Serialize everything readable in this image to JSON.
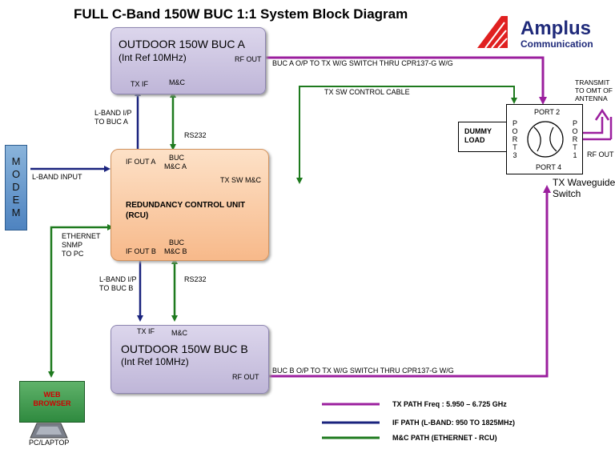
{
  "title": "FULL C-Band 150W BUC 1:1 System Block Diagram",
  "logo": {
    "name": "Amplus",
    "sub": "Communication",
    "colors": {
      "red": "#e02020",
      "navy": "#1f2a7a"
    }
  },
  "buc_a": {
    "title": "OUTDOOR 150W BUC A",
    "sub": "(Int Ref 10MHz)",
    "rf_out": "RF OUT",
    "tx_if": "TX IF",
    "mc": "M&C"
  },
  "buc_b": {
    "title": "OUTDOOR 150W BUC B",
    "sub": "(Int Ref 10MHz)",
    "rf_out": "RF OUT",
    "tx_if": "TX IF",
    "mc": "M&C"
  },
  "rcu": {
    "if_out_a": "IF OUT A",
    "buc_mc_a": [
      "BUC",
      "M&C A"
    ],
    "tx_sw_mc": "TX SW M&C",
    "title": [
      "REDUNDANCY  CONTROL  UNIT",
      "(RCU)"
    ],
    "if_out_b": "IF OUT B",
    "buc_mc_b": [
      "BUC",
      "M&C B"
    ]
  },
  "modem": {
    "letters": [
      "M",
      "O",
      "D",
      "E",
      "M"
    ]
  },
  "web": {
    "label": [
      "WEB",
      "BROWSER"
    ],
    "pc": "PC/LAPTOP"
  },
  "dummy": {
    "label": [
      "DUMMY",
      "LOAD"
    ]
  },
  "waveguide": {
    "port2": "PORT 2",
    "port4": "PORT 4",
    "port3": [
      "P",
      "O",
      "R",
      "T",
      "3"
    ],
    "port1": [
      "P",
      "O",
      "R",
      "T",
      "1"
    ],
    "caption": [
      "TX Waveguide",
      "Switch"
    ]
  },
  "labels": {
    "buc_a_path": "BUC A O/P TO TX W/G SWITCH THRU CPR137-G  W/G",
    "tx_sw_cable": "TX SW CONTROL CABLE",
    "transmit": [
      "TRANSMIT",
      "TO  OMT OF",
      "ANTENNA"
    ],
    "rf_out_right": "RF OUT",
    "lband_ip_a": [
      "L-BAND I/P",
      "TO BUC A"
    ],
    "rs232_a": "RS232",
    "lband_input": "L-BAND INPUT",
    "ethernet": [
      "ETHERNET",
      "SNMP",
      "TO PC"
    ],
    "lband_ip_b": [
      "L-BAND I/P",
      "TO BUC B"
    ],
    "rs232_b": "RS232",
    "buc_b_path": "BUC B O/P TO TX W/G SWITCH THRU CPR137-G  W/G"
  },
  "legend": [
    {
      "label": "TX PATH Freq : 5.950 – 6.725 GHz",
      "color": "#9b1f9e"
    },
    {
      "label": "IF PATH (L-BAND:  950 TO 1825MHz)",
      "color": "#1a237e"
    },
    {
      "label": "M&C PATH (ETHERNET  - RCU)",
      "color": "#1e7a1e"
    }
  ],
  "colors": {
    "tx": "#9b1f9e",
    "if": "#1a237e",
    "mc": "#1e7a1e"
  }
}
